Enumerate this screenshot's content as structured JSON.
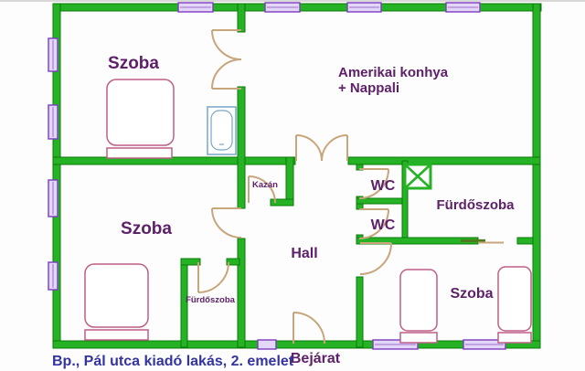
{
  "title": "floor plan",
  "labels": {
    "room_top_left": "Szoba",
    "kitchen_line1": "Amerikai konhya",
    "kitchen_line2": "+ Nappali",
    "room_mid_left": "Szoba",
    "boiler": "Kazán",
    "wc1": "WC",
    "wc2": "WC",
    "bathroom_right": "Fürdőszoba",
    "hall": "Hall",
    "bathroom_small": "Fürdőszoba",
    "room_bottom_right": "Szoba",
    "entrance": "Bejárat"
  },
  "caption": {
    "text": "Bp., Pál utca kiadó lakás, 2. emelet"
  },
  "colors": {
    "wall_green": "#25b325",
    "wall_outline": "#0a7a0a",
    "window_purple": "#7a3cc0",
    "window_fill": "#e3d6f6",
    "door_tan": "#c7a67c",
    "sliding_door_dark": "#4c7c1e",
    "furniture_pink": "#bd5f86",
    "bathtub_blue": "#78a5c6",
    "label_purple": "#5e2069",
    "caption_blue": "#3434a0",
    "background": "#ffffff"
  }
}
